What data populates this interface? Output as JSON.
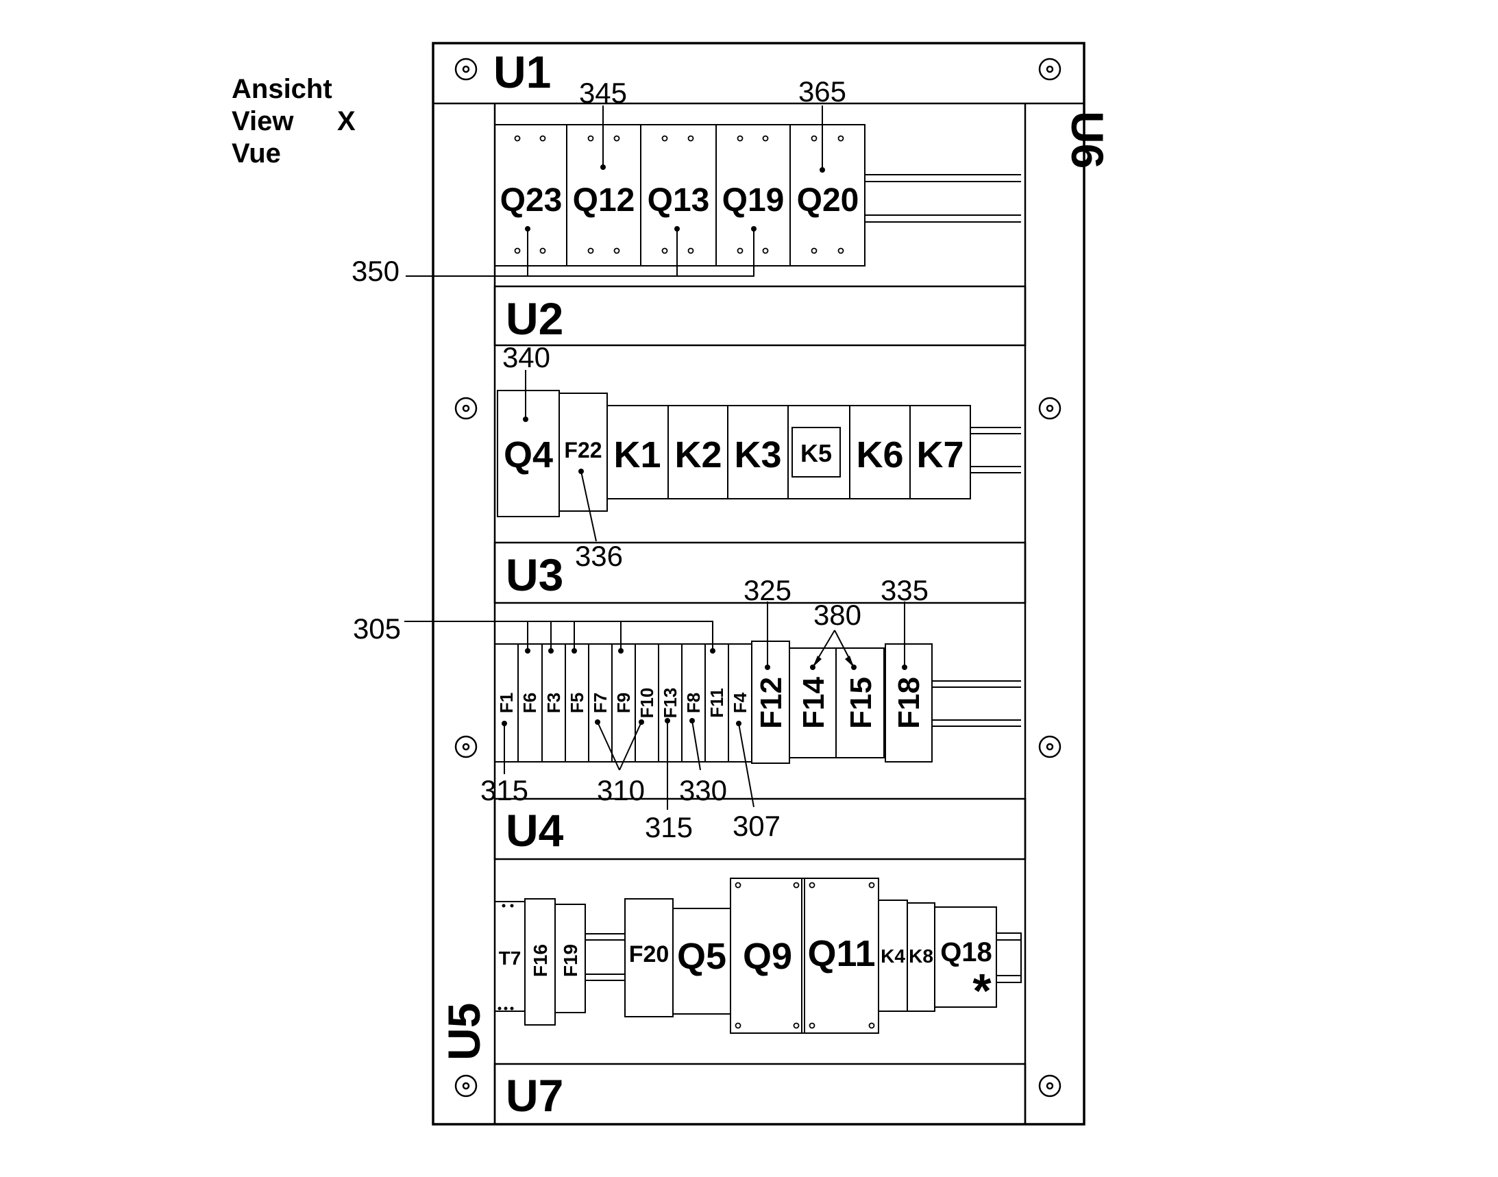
{
  "view_caption": {
    "line1": "Ansicht",
    "line2": "View",
    "line3": "Vue",
    "marker": "X"
  },
  "units": {
    "u1": "U1",
    "u2": "U2",
    "u3": "U3",
    "u4": "U4",
    "u5": "U5",
    "u6": "U6",
    "u7": "U7"
  },
  "row1": {
    "q23": "Q23",
    "q12": "Q12",
    "q13": "Q13",
    "q19": "Q19",
    "q20": "Q20"
  },
  "row2": {
    "q4": "Q4",
    "f22": "F22",
    "k1": "K1",
    "k2": "K2",
    "k3": "K3",
    "k5": "K5",
    "k6": "K6",
    "k7": "K7"
  },
  "row3": {
    "small_fuses": [
      "F1",
      "F6",
      "F3",
      "F5",
      "F7",
      "F9",
      "F10",
      "F13",
      "F8",
      "F11",
      "F4"
    ],
    "f12": "F12",
    "f14": "F14",
    "f15": "F15",
    "f18": "F18"
  },
  "row4": {
    "t7": "T7",
    "f16": "F16",
    "f19": "F19",
    "f20": "F20",
    "q5": "Q5",
    "q9": "Q9",
    "q11": "Q11",
    "k4": "K4",
    "k8": "K8",
    "q18": "Q18",
    "asterisk": "*"
  },
  "refs": {
    "r345": "345",
    "r365": "365",
    "r350": "350",
    "r340": "340",
    "r336": "336",
    "r305": "305",
    "r325": "325",
    "r380": "380",
    "r335": "335",
    "r315a": "315",
    "r310": "310",
    "r330": "330",
    "r315b": "315",
    "r307": "307"
  }
}
